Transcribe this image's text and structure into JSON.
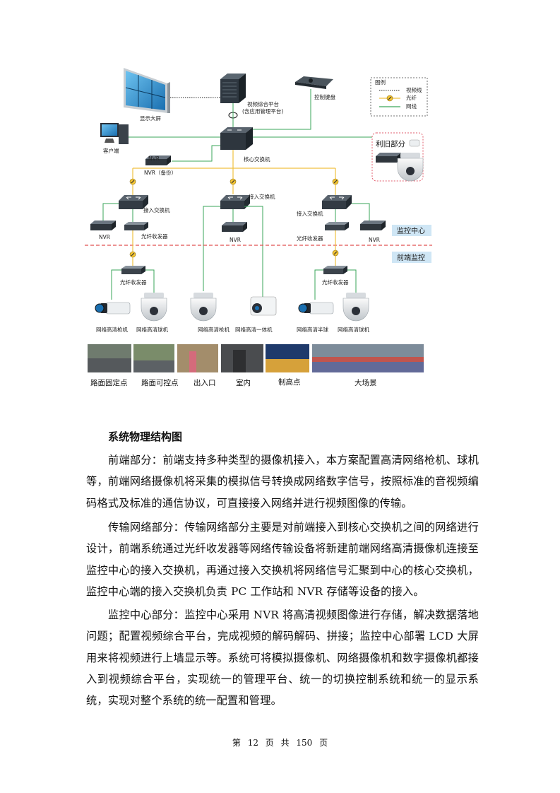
{
  "diagram": {
    "legend": {
      "title": "图例",
      "items": [
        "视频线",
        "光纤",
        "网线"
      ]
    },
    "labels": {
      "display_wall": "显示大屏",
      "video_platform": "视频综合平台",
      "video_platform_sub": "(含应用管理平台)",
      "control_keyboard": "控制键盘",
      "client": "客户端",
      "core_switch": "核心交换机",
      "legacy_title": "利旧部分",
      "nvr_backup": "NVR（备份）",
      "access_switch": "接入交换机",
      "nvr": "NVR",
      "fiber_transceiver": "光纤收发器",
      "monitor_center": "监控中心",
      "front_end": "前端监控",
      "cam_bullet": "网络高清枪机",
      "cam_dome": "网络高清球机",
      "cam_bullet2": "网络高清枪机",
      "cam_integrated": "网络高清一体机",
      "cam_half": "网络高清半球",
      "cam_dome2": "网络高清球机",
      "nvr_chip": "NVR"
    },
    "scenes": [
      "路面固定点",
      "路面可控点",
      "出入口",
      "室内",
      "制高点",
      "大场景"
    ]
  },
  "heading": "系统物理结构图",
  "paragraphs": [
    "前端部分：前端支持多种类型的摄像机接入，本方案配置高清网络枪机、球机等，前端网络摄像机将采集的模拟信号转换成网络数字信号，按照标准的音视频编码格式及标准的通信协议，可直接接入网络并进行视频图像的传输。",
    "传输网络部分：传输网络部分主要是对前端接入到核心交换机之间的网络进行设计，前端系统通过光纤收发器等网络传输设备将新建前端网络高清摄像机连接至监控中心的接入交换机，再通过接入交换机将网络信号汇聚到中心的核心交换机，监控中心端的接入交换机负责 PC 工作站和 NVR 存储等设备的接入。",
    "监控中心部分：监控中心采用 NVR 将高清视频图像进行存储，解决数据落地问题；配置视频综合平台，完成视频的解码解码、拼接；监控中心部署 LCD 大屏用来将视频进行上墙显示等。系统可将模拟摄像机、网络摄像机和数字摄像机都接入到视频综合平台，实现统一的管理平台、统一的切换控制系统和统一的显示系统，实现对整个系统的统一配置和管理。"
  ],
  "footer": "第 12 页 共 150 页",
  "colors": {
    "fiber": "#f0c040",
    "network": "#3aa65a",
    "video": "#333333",
    "zone_fill": "#cfe6f5",
    "dashed_divider": "#e05050"
  }
}
